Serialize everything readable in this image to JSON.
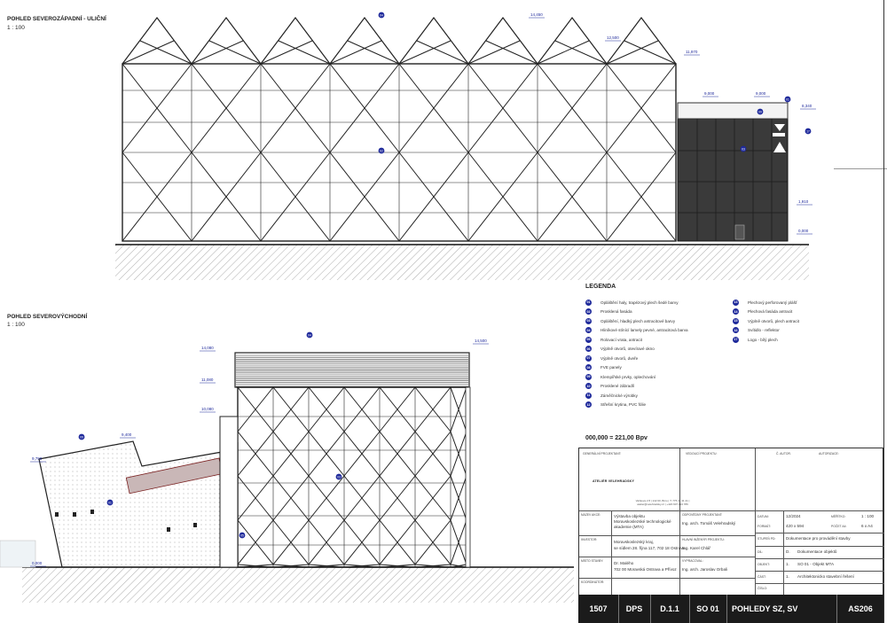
{
  "views": {
    "top": {
      "title": "POHLED SEVEROZÁPADNÍ - ULIČNÍ",
      "scale": "1 : 100"
    },
    "bottom": {
      "title": "POHLED SEVEROVÝCHODNÍ",
      "scale": "1 : 100"
    }
  },
  "elevation_marks_top": [
    "14,450",
    "12,500",
    "11,970",
    "9,000",
    "9,000",
    "8,340",
    "1,910",
    "0,000"
  ],
  "elevation_marks_bottom": [
    "14,080",
    "14,500",
    "11,080",
    "10,080",
    "9,790",
    "9,400",
    "0,000"
  ],
  "tags_top": [
    "04",
    "02",
    "01",
    "09",
    "03",
    "17"
  ],
  "tags_bottom": [
    "04",
    "09",
    "03",
    "01",
    "05"
  ],
  "legend": {
    "title": "LEGENDA",
    "items_left": [
      {
        "n": "01",
        "text": "Opláštění haly, trapézový plech šedé barvy"
      },
      {
        "n": "02",
        "text": "Prosklená fasáda"
      },
      {
        "n": "03",
        "text": "Opláštění, hladký plech antracitové barvy"
      },
      {
        "n": "04",
        "text": "Hliníkové stínící lamely pevné, antracitová barva"
      },
      {
        "n": "05",
        "text": "Rolovací vrata, antracit"
      },
      {
        "n": "06",
        "text": "Výplně otvorů, otevíravé okno"
      },
      {
        "n": "07",
        "text": "Výplně otvorů, dveře"
      },
      {
        "n": "08",
        "text": "FVE panely"
      },
      {
        "n": "09",
        "text": "Klempířské prvky, oplechování"
      },
      {
        "n": "10",
        "text": "Prosklené zábradlí"
      },
      {
        "n": "11",
        "text": "Záměčnické výrobky"
      },
      {
        "n": "12",
        "text": "Střešní krytina, PVC fólie"
      }
    ],
    "items_right": [
      {
        "n": "13",
        "text": "Plechový perforovaný plášť"
      },
      {
        "n": "14",
        "text": "Plechová fasáda antracit"
      },
      {
        "n": "15",
        "text": "Výplně otvorů, plech antracit"
      },
      {
        "n": "16",
        "text": "Svítidlo - reflektor"
      },
      {
        "n": "17",
        "text": "Logo - bílý plech"
      }
    ]
  },
  "datum": "000,000 = 221,00 Bpv",
  "title_block": {
    "labels": {
      "general_designer": "Generální projektant:",
      "project_head": "Vedoucí projektu:",
      "stamp": "Č. Autor.",
      "authorized": "Autorizace:",
      "building_name": "Název akce:",
      "client": "Investor:",
      "place": "Místo stavby:",
      "responsible": "Odpovědný projektant:",
      "chief": "Hlavní inženýr projektu:",
      "drawn": "Vypracoval:",
      "coordinator": "Koordinátor:",
      "date_l": "Datum:",
      "format_l": "Formát:",
      "scale_l": "Měřítko:",
      "count_l": "Počet A4:",
      "stage_l": "Stupeň PD:",
      "part_l": "Díl:",
      "object_l": "Objekt:",
      "profession_l": "Část:",
      "sheet_l": "Číslo:"
    },
    "office_name": "ATELIÉR VELEHRADSKÝ",
    "office_address": "Vaňkova 2 8 | 142 00, Brno | T: 775 41 41 41 | atelier@velehradsky.cz | +420 607 123 786",
    "building": [
      "Výstavba objektu",
      "Moravskoslezské technologické",
      "akademie (MTA)"
    ],
    "client": [
      "Moravskoslezský kraj,",
      "se sídlem 28. října 117, 702 18 Ostrava"
    ],
    "place": [
      "Dr. Malého",
      "702 00 Moravská Ostrava a Přívoz"
    ],
    "responsible": "Ing. arch. Tomáš Velehradský",
    "chief": "Ing. Karel Chlář",
    "drawn": "Ing. arch. Jaroslav Orbali",
    "date": "12/2024",
    "scale": "1 : 100",
    "format": "420 x 594",
    "count": "6 x A4",
    "stage": "Dokumentace pro provádění stavby",
    "part_code": "D.",
    "part": "Dokumentace objektů",
    "object_code": "1.",
    "object": "SO 01 - Objekt MTA",
    "prof_code": "1.",
    "profession": "Architektonicko stavební řešení"
  },
  "footer": {
    "job": "1507",
    "phase": "DPS",
    "section": "D.1.1",
    "object": "SO 01",
    "sheet_title": "POHLEDY SZ, SV",
    "sheet_no": "AS206"
  }
}
